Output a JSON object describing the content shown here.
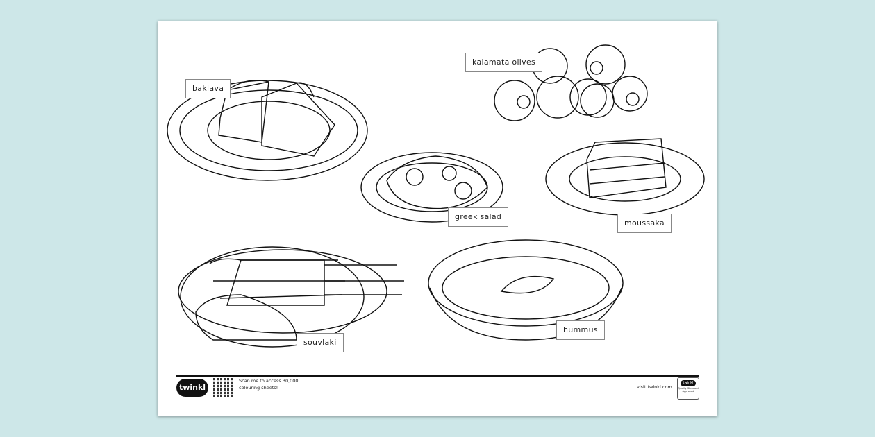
{
  "labels": {
    "baklava": "baklava",
    "kalamata_olives": "kalamata olives",
    "greek_salad": "greek salad",
    "moussaka": "moussaka",
    "souvlaki": "souvlaki",
    "hummus": "hummus"
  },
  "footer": {
    "logo": "twinkl",
    "scan_text": "Scan me to access 30,000 colouring sheets!",
    "visit": "visit twinkl.com",
    "badge_logo": "twinkl",
    "badge_text": "Quality Standard Approved"
  },
  "colors": {
    "background": "#cde7e8",
    "paper": "#ffffff",
    "ink": "#111111"
  }
}
